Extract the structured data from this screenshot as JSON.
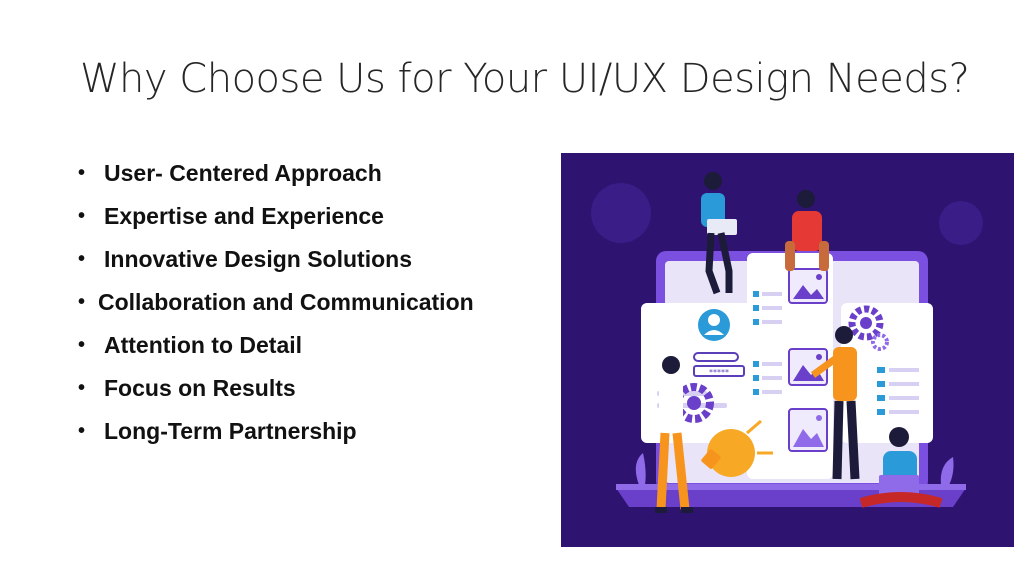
{
  "slide": {
    "title": "Why Choose Us for Your UI/UX Design Needs?",
    "bullets": [
      "User- Centered Approach",
      "Expertise and Experience",
      "Innovative Design Solutions",
      "Collaboration and Communication",
      "Attention to Detail",
      "Focus on Results",
      "Long-Term Partnership"
    ],
    "bullet_glyph": "•",
    "rating_text": "*****"
  },
  "colors": {
    "background": "#ffffff",
    "title": "#262626",
    "bullet_text": "#111111",
    "illustration_bg": "#2e1370",
    "accent_purple": "#6a3fc9",
    "accent_orange": "#f7941d",
    "accent_blue": "#2a9bd8"
  }
}
